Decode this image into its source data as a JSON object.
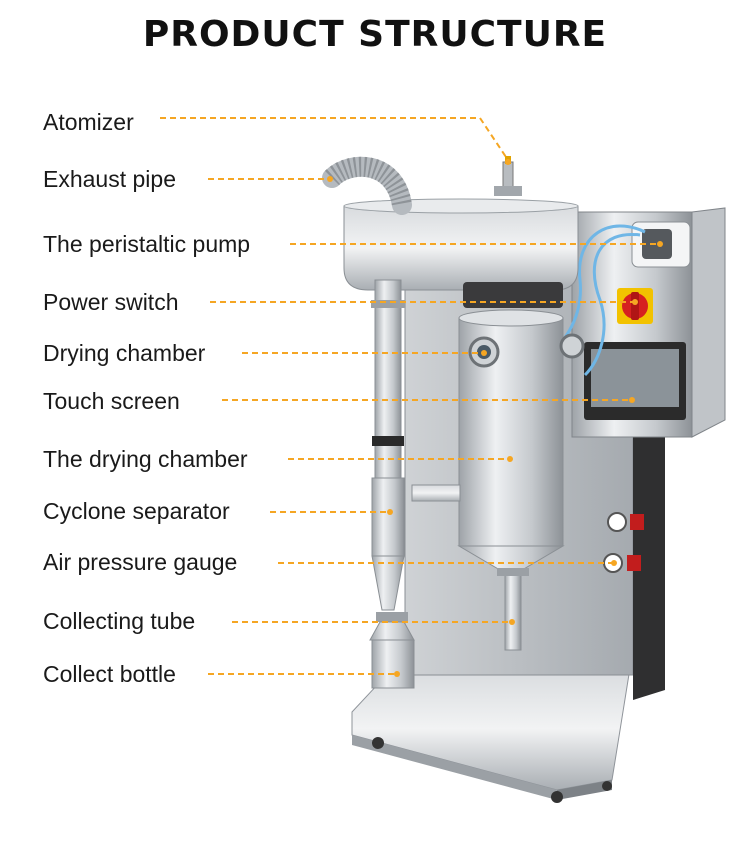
{
  "title": "PRODUCT STRUCTURE",
  "colors": {
    "leader": "#f5a623",
    "steel_light": "#e6e8ea",
    "steel_mid": "#b9bdc1",
    "steel_dark": "#8a8f94",
    "panel_dark": "#2b2b2b",
    "switch_red": "#d62020",
    "switch_yellow": "#f2c200",
    "tube_blue": "#6fb6e6"
  },
  "labels": [
    {
      "id": "atomizer",
      "text": "Atomizer"
    },
    {
      "id": "exhaust-pipe",
      "text": "Exhaust pipe"
    },
    {
      "id": "peristaltic-pump",
      "text": "The peristaltic pump"
    },
    {
      "id": "power-switch",
      "text": "Power switch"
    },
    {
      "id": "drying-chamber",
      "text": "Drying chamber"
    },
    {
      "id": "touch-screen",
      "text": "Touch screen"
    },
    {
      "id": "the-drying-chamber",
      "text": "The drying chamber"
    },
    {
      "id": "cyclone-separator",
      "text": "Cyclone separator"
    },
    {
      "id": "air-pressure-gauge",
      "text": "Air pressure gauge"
    },
    {
      "id": "collecting-tube",
      "text": "Collecting tube"
    },
    {
      "id": "collect-bottle",
      "text": "Collect bottle"
    }
  ]
}
